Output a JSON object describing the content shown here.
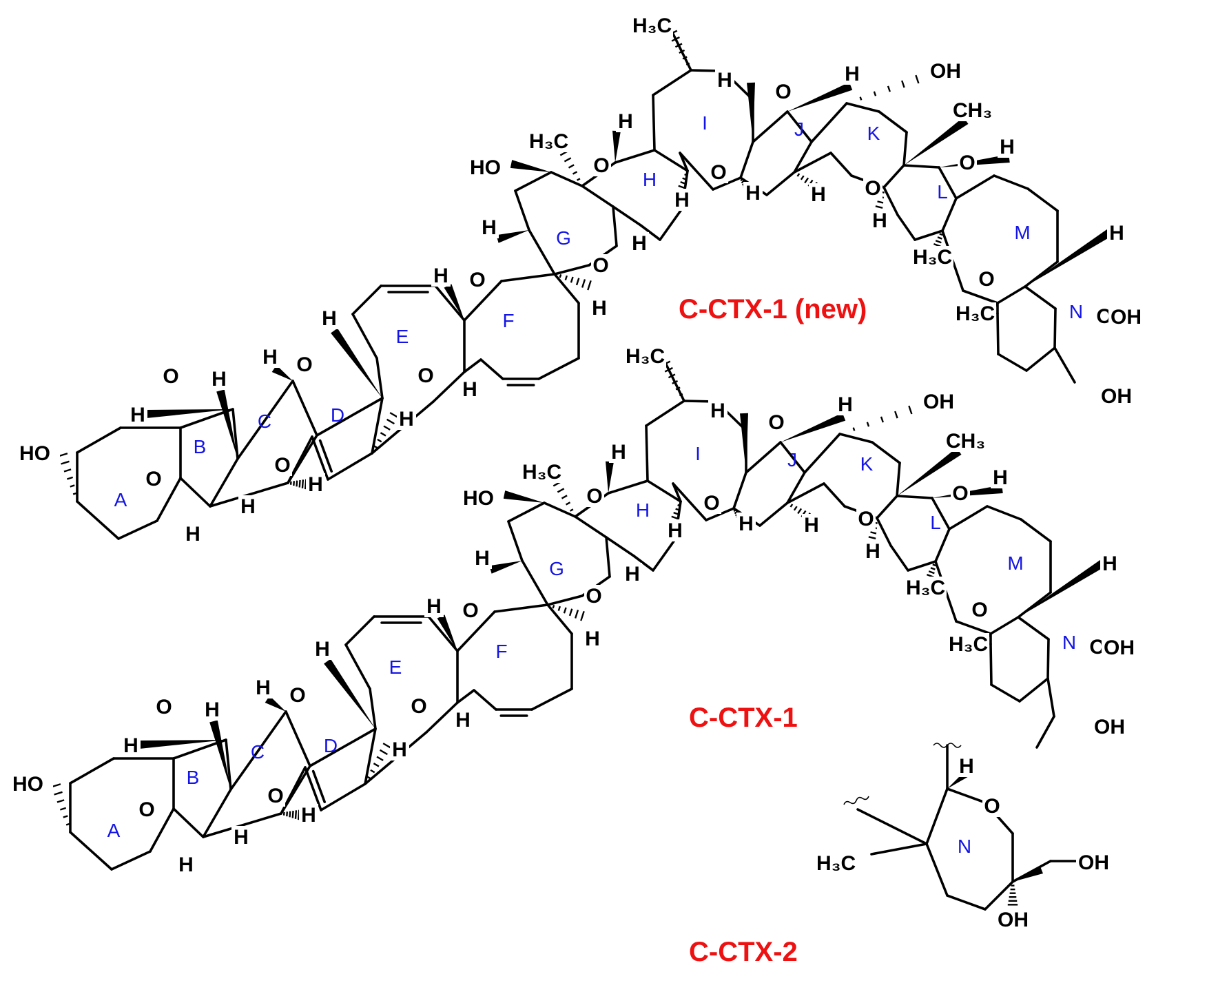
{
  "colors": {
    "caption": "#ee1111",
    "ring_label": "#1414e6",
    "bond": "#000000"
  },
  "structures": [
    {
      "caption": "C-CTX-1 (new)",
      "rings": [
        "A",
        "B",
        "C",
        "D",
        "E",
        "F",
        "G",
        "H",
        "I",
        "J",
        "K",
        "L",
        "M",
        "N"
      ]
    },
    {
      "caption": "C-CTX-1",
      "rings": [
        "A",
        "B",
        "C",
        "D",
        "E",
        "F",
        "G",
        "H",
        "I",
        "J",
        "K",
        "L",
        "M",
        "N"
      ]
    },
    {
      "caption": "C-CTX-2",
      "rings": [
        "N"
      ]
    }
  ],
  "atom_labels": {
    "O": "O",
    "H": "H",
    "OH": "OH",
    "HO": "HO",
    "H3C": "H₃C",
    "CH3": "CH₃"
  }
}
